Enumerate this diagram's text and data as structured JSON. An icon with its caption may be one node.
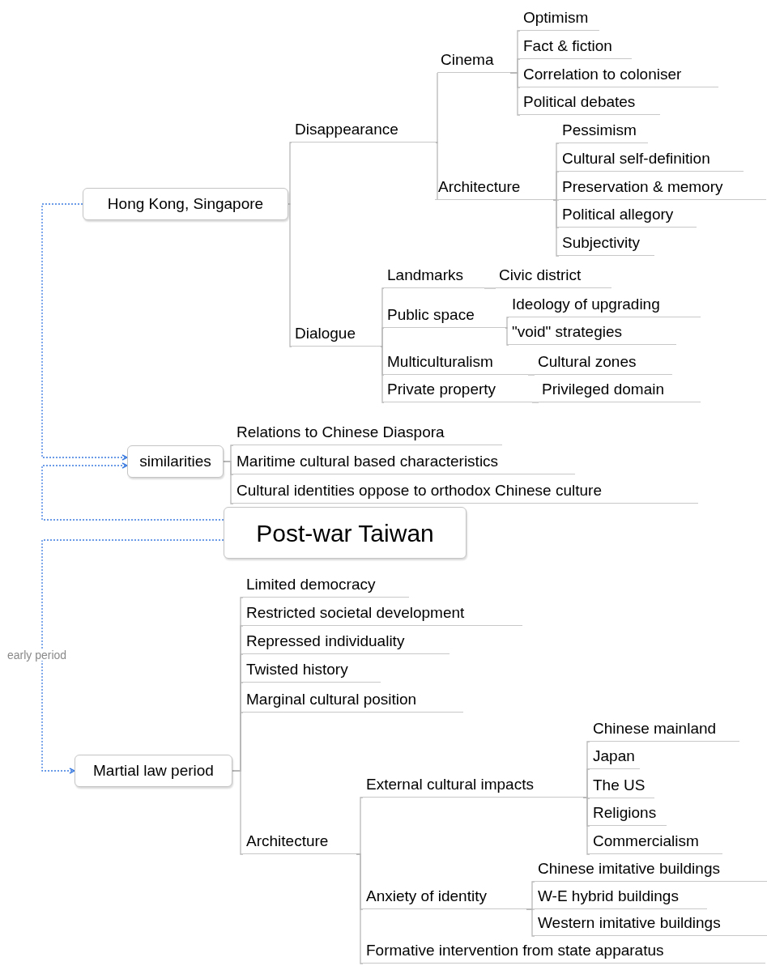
{
  "diagram": {
    "nodes": [
      {
        "text": [
          "Hong Kong, Singapore"
        ]
      },
      {
        "text": [
          "Disappearance"
        ]
      },
      {
        "text": [
          "Cinema"
        ]
      },
      {
        "text": [
          "Optimism"
        ]
      },
      {
        "text": [
          "Fact & fiction"
        ]
      },
      {
        "text": [
          "Correlation to coloniser"
        ]
      },
      {
        "text": [
          "Political debates"
        ]
      },
      {
        "text": [
          "Architecture"
        ]
      },
      {
        "text": [
          "Pessimism"
        ]
      },
      {
        "text": [
          "Cultural self-definition"
        ]
      },
      {
        "text": [
          "Preservation & memory"
        ]
      },
      {
        "text": [
          "Political allegory"
        ]
      },
      {
        "text": [
          "Subjectivity"
        ]
      },
      {
        "text": [
          "Dialogue"
        ]
      },
      {
        "text": [
          "Landmarks"
        ]
      },
      {
        "text": [
          "Civic district"
        ]
      },
      {
        "text": [
          "Public space"
        ]
      },
      {
        "text": [
          "Ideology of upgrading"
        ]
      },
      {
        "text": [
          "\"void\" strategies"
        ]
      },
      {
        "text": [
          "Multiculturalism"
        ]
      },
      {
        "text": [
          "Cultural zones"
        ]
      },
      {
        "text": [
          "Private property"
        ]
      },
      {
        "text": [
          "Privileged domain"
        ]
      },
      {
        "text": [
          "similarities"
        ]
      },
      {
        "text": [
          "Relations to Chinese Diaspora"
        ]
      },
      {
        "text": [
          "Maritime cultural based characteristics"
        ]
      },
      {
        "text": [
          "Cultural identities oppose to orthodox Chinese culture"
        ]
      },
      {
        "text": [
          "Post-war Taiwan"
        ]
      },
      {
        "text": [
          "Martial law period"
        ]
      },
      {
        "text": [
          "Limited democracy"
        ]
      },
      {
        "text": [
          "Restricted societal development"
        ]
      },
      {
        "text": [
          "Repressed individuality"
        ]
      },
      {
        "text": [
          "Twisted history"
        ]
      },
      {
        "text": [
          "Marginal cultural position"
        ]
      },
      {
        "text": [
          "Architecture"
        ]
      },
      {
        "text": [
          "External cultural impacts"
        ]
      },
      {
        "text": [
          "Chinese mainland"
        ]
      },
      {
        "text": [
          "Japan"
        ]
      },
      {
        "text": [
          "The US"
        ]
      },
      {
        "text": [
          "Religions"
        ]
      },
      {
        "text": [
          "Commercialism"
        ]
      },
      {
        "text": [
          "Anxiety of identity"
        ]
      },
      {
        "text": [
          "Chinese imitative buildings"
        ]
      },
      {
        "text": [
          "W-E hybrid buildings"
        ]
      },
      {
        "text": [
          "Western imitative buildings"
        ]
      },
      {
        "text": [
          "Formative intervention from state apparatus"
        ]
      }
    ],
    "edges": [
      {
        "from": 0,
        "to": 1,
        "arrow": "none"
      },
      {
        "from": 1,
        "to": 2,
        "arrow": "none"
      },
      {
        "from": 2,
        "to": 3,
        "arrow": "none"
      },
      {
        "from": 2,
        "to": 4,
        "arrow": "none"
      },
      {
        "from": 2,
        "to": 5,
        "arrow": "none"
      },
      {
        "from": 2,
        "to": 6,
        "arrow": "none"
      },
      {
        "from": 1,
        "to": 7,
        "arrow": "none"
      },
      {
        "from": 7,
        "to": 8,
        "arrow": "none"
      },
      {
        "from": 7,
        "to": 9,
        "arrow": "none"
      },
      {
        "from": 7,
        "to": 10,
        "arrow": "none"
      },
      {
        "from": 7,
        "to": 11,
        "arrow": "none"
      },
      {
        "from": 7,
        "to": 12,
        "arrow": "none"
      },
      {
        "from": 0,
        "to": 13,
        "arrow": "none"
      },
      {
        "from": 13,
        "to": 14,
        "arrow": "none"
      },
      {
        "from": 14,
        "to": 15,
        "arrow": "none"
      },
      {
        "from": 13,
        "to": 16,
        "arrow": "none"
      },
      {
        "from": 16,
        "to": 17,
        "arrow": "none"
      },
      {
        "from": 16,
        "to": 18,
        "arrow": "none"
      },
      {
        "from": 13,
        "to": 19,
        "arrow": "none"
      },
      {
        "from": 19,
        "to": 20,
        "arrow": "none"
      },
      {
        "from": 13,
        "to": 21,
        "arrow": "none"
      },
      {
        "from": 21,
        "to": 22,
        "arrow": "none"
      },
      {
        "from": 0,
        "to": 23,
        "arrow": "to",
        "style": "dashed",
        "color": "#3b7be0"
      },
      {
        "from": 23,
        "to": 24,
        "arrow": "none"
      },
      {
        "from": 23,
        "to": 25,
        "arrow": "none"
      },
      {
        "from": 23,
        "to": 26,
        "arrow": "none"
      },
      {
        "from": 27,
        "to": 23,
        "arrow": "to",
        "style": "dashed",
        "color": "#3b7be0"
      },
      {
        "from": 27,
        "to": 28,
        "arrow": "to",
        "style": "dashed",
        "color": "#3b7be0",
        "label": "early period"
      },
      {
        "from": 28,
        "to": 29,
        "arrow": "none"
      },
      {
        "from": 28,
        "to": 30,
        "arrow": "none"
      },
      {
        "from": 28,
        "to": 31,
        "arrow": "none"
      },
      {
        "from": 28,
        "to": 32,
        "arrow": "none"
      },
      {
        "from": 28,
        "to": 33,
        "arrow": "none"
      },
      {
        "from": 28,
        "to": 34,
        "arrow": "none"
      },
      {
        "from": 34,
        "to": 35,
        "arrow": "none"
      },
      {
        "from": 35,
        "to": 36,
        "arrow": "none"
      },
      {
        "from": 35,
        "to": 37,
        "arrow": "none"
      },
      {
        "from": 35,
        "to": 38,
        "arrow": "none"
      },
      {
        "from": 35,
        "to": 39,
        "arrow": "none"
      },
      {
        "from": 35,
        "to": 40,
        "arrow": "none"
      },
      {
        "from": 34,
        "to": 41,
        "arrow": "none"
      },
      {
        "from": 41,
        "to": 42,
        "arrow": "none"
      },
      {
        "from": 41,
        "to": 43,
        "arrow": "none"
      },
      {
        "from": 41,
        "to": 44,
        "arrow": "none"
      },
      {
        "from": 34,
        "to": 45,
        "arrow": "none"
      }
    ]
  }
}
